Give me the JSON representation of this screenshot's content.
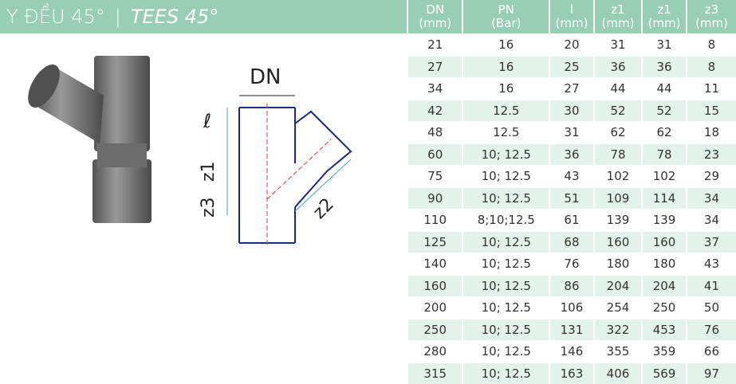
{
  "title": {
    "vi": "Y ĐỀU 45°",
    "sep": "|",
    "en": "TEES 45°"
  },
  "diagram": {
    "dn": "DN",
    "l": "ℓ",
    "z1": "z1",
    "z3": "z3",
    "z2": "z2"
  },
  "table": {
    "headers": [
      [
        "DN",
        "(mm)"
      ],
      [
        "PN",
        "(Bar)"
      ],
      [
        "l",
        "(mm)"
      ],
      [
        "z1",
        "(mm)"
      ],
      [
        "z1",
        "(mm)"
      ],
      [
        "z3",
        "(mm)"
      ]
    ],
    "rows": [
      [
        "21",
        "16",
        "20",
        "31",
        "31",
        "8"
      ],
      [
        "27",
        "16",
        "25",
        "36",
        "36",
        "8"
      ],
      [
        "34",
        "16",
        "27",
        "44",
        "44",
        "11"
      ],
      [
        "42",
        "12.5",
        "30",
        "52",
        "52",
        "15"
      ],
      [
        "48",
        "12.5",
        "31",
        "62",
        "62",
        "18"
      ],
      [
        "60",
        "10; 12.5",
        "36",
        "78",
        "78",
        "23"
      ],
      [
        "75",
        "10; 12.5",
        "43",
        "102",
        "102",
        "29"
      ],
      [
        "90",
        "10; 12.5",
        "51",
        "109",
        "114",
        "34"
      ],
      [
        "110",
        "8;10;12.5",
        "61",
        "139",
        "139",
        "34"
      ],
      [
        "125",
        "10; 12.5",
        "68",
        "160",
        "160",
        "37"
      ],
      [
        "140",
        "10; 12.5",
        "76",
        "180",
        "180",
        "43"
      ],
      [
        "160",
        "10; 12.5",
        "86",
        "204",
        "204",
        "41"
      ],
      [
        "200",
        "10; 12.5",
        "106",
        "254",
        "250",
        "50"
      ],
      [
        "250",
        "10; 12.5",
        "131",
        "322",
        "453",
        "76"
      ],
      [
        "280",
        "10; 12.5",
        "146",
        "355",
        "359",
        "66"
      ],
      [
        "315",
        "10; 12.5",
        "163",
        "406",
        "569",
        "97"
      ]
    ]
  },
  "colors": {
    "header": "#98cfb4",
    "stripe": "#e3f2ea"
  }
}
